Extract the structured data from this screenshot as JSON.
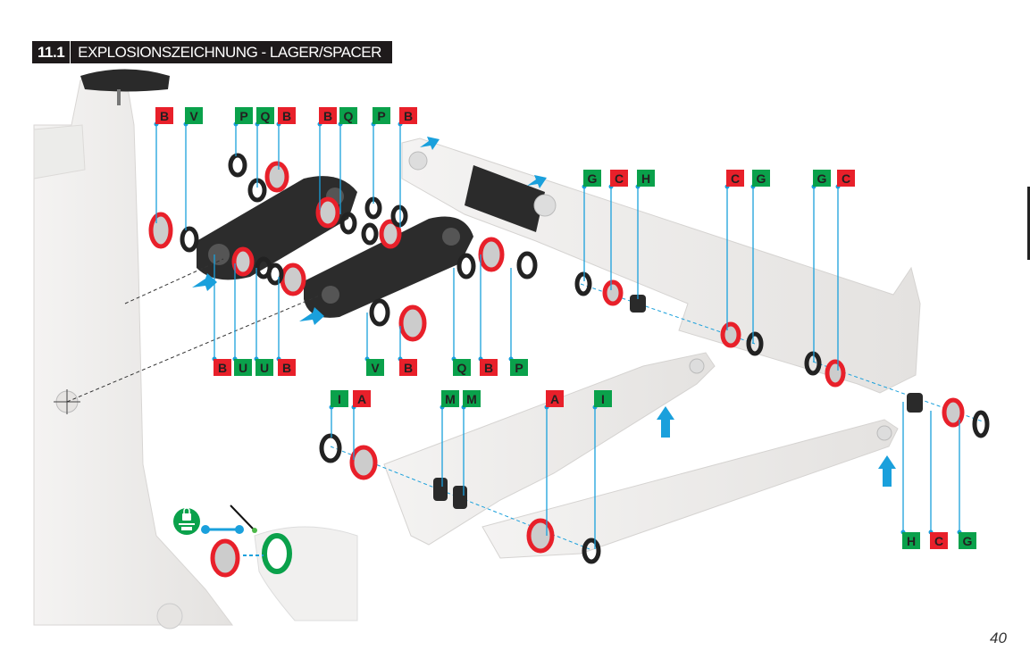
{
  "header": {
    "section_number": "11.1",
    "title": "EXPLOSIONSZEICHNUNG - LAGER/SPACER"
  },
  "page_number": "40",
  "colors": {
    "bearing": "#e8202a",
    "spacer": "#0aa14b",
    "leader": "#1aa0dc",
    "header_bg": "#1e1a1b"
  },
  "legend_icon": "threadlocker-lock-icon",
  "labels": [
    {
      "letter": "B",
      "type": "bearing"
    },
    {
      "letter": "V",
      "type": "spacer"
    },
    {
      "letter": "P",
      "type": "spacer"
    },
    {
      "letter": "Q",
      "type": "spacer"
    },
    {
      "letter": "B",
      "type": "bearing"
    },
    {
      "letter": "B",
      "type": "bearing"
    },
    {
      "letter": "Q",
      "type": "spacer"
    },
    {
      "letter": "P",
      "type": "spacer"
    },
    {
      "letter": "B",
      "type": "bearing"
    },
    {
      "letter": "G",
      "type": "spacer"
    },
    {
      "letter": "C",
      "type": "bearing"
    },
    {
      "letter": "H",
      "type": "spacer"
    },
    {
      "letter": "C",
      "type": "bearing"
    },
    {
      "letter": "G",
      "type": "spacer"
    },
    {
      "letter": "G",
      "type": "spacer"
    },
    {
      "letter": "C",
      "type": "bearing"
    },
    {
      "letter": "B",
      "type": "bearing"
    },
    {
      "letter": "U",
      "type": "spacer"
    },
    {
      "letter": "U",
      "type": "spacer"
    },
    {
      "letter": "B",
      "type": "bearing"
    },
    {
      "letter": "V",
      "type": "spacer"
    },
    {
      "letter": "B",
      "type": "bearing"
    },
    {
      "letter": "Q",
      "type": "spacer"
    },
    {
      "letter": "B",
      "type": "bearing"
    },
    {
      "letter": "P",
      "type": "spacer"
    },
    {
      "letter": "I",
      "type": "spacer"
    },
    {
      "letter": "A",
      "type": "bearing"
    },
    {
      "letter": "M",
      "type": "spacer"
    },
    {
      "letter": "M",
      "type": "spacer"
    },
    {
      "letter": "A",
      "type": "bearing"
    },
    {
      "letter": "I",
      "type": "spacer"
    },
    {
      "letter": "H",
      "type": "spacer"
    },
    {
      "letter": "C",
      "type": "bearing"
    },
    {
      "letter": "G",
      "type": "spacer"
    }
  ]
}
